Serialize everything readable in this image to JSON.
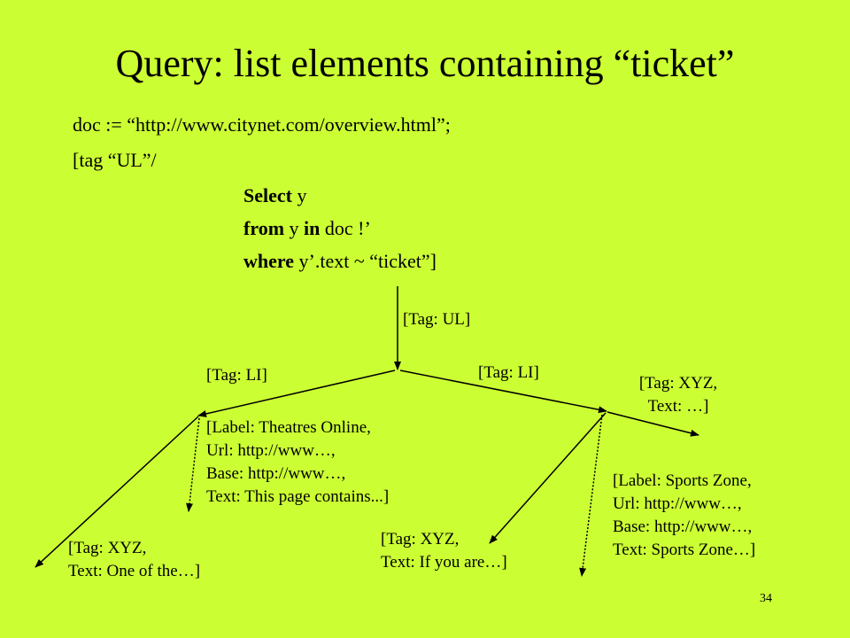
{
  "title": "Query: list elements containing “ticket”",
  "code": {
    "line1": "doc := “http://www.citynet.com/overview.html”;",
    "line2": "[tag “UL”/",
    "line3": {
      "kw": "Select",
      "rest": " y"
    },
    "line4": {
      "kw1": "from",
      "mid": " y ",
      "kw2": "in",
      "rest": " doc !’"
    },
    "line5": {
      "kw": "where",
      "rest": " y’.text ~ “ticket”]"
    }
  },
  "tree": {
    "root_label": "[Tag: UL]",
    "li_left_label": "[Tag: LI]",
    "li_right_label": "[Tag: LI]",
    "xyz_top": {
      "line1": "[Tag: XYZ,",
      "line2": "Text: …]"
    },
    "theatres": {
      "line1": "[Label: Theatres Online,",
      "line2": "Url: http://www…,",
      "line3": "Base: http://www…,",
      "line4": "Text: This page contains...]"
    },
    "sports": {
      "line1": "[Label: Sports Zone,",
      "line2": "Url: http://www…,",
      "line3": "Base: http://www…,",
      "line4": "Text: Sports Zone…]"
    },
    "xyz_left": {
      "line1": "[Tag: XYZ,",
      "line2": "Text: One of the…]"
    },
    "xyz_mid": {
      "line1": "[Tag: XYZ,",
      "line2": "Text: If you are…]"
    }
  },
  "page_number": "34",
  "colors": {
    "background": "#ccff33",
    "ink": "#000000"
  }
}
